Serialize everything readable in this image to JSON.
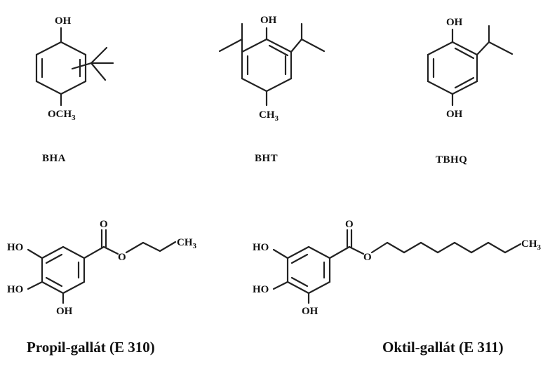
{
  "compounds": {
    "bha": {
      "name": "BHA",
      "oh": "OH",
      "och": "OCH",
      "och_sub": "3"
    },
    "bht": {
      "name": "BHT",
      "oh": "OH",
      "ch": "CH",
      "ch_sub": "3"
    },
    "tbhq": {
      "name": "TBHQ",
      "oh_top": "OH",
      "oh_bottom": "OH"
    },
    "propyl_gallate": {
      "name": "Propil-gallát (E 310)",
      "ho_1": "HO",
      "ho_2": "HO",
      "oh": "OH",
      "o_carbonyl": "O",
      "o_ester": "O",
      "ch": "CH",
      "ch_sub": "3"
    },
    "octyl_gallate": {
      "name": "Oktil-gallát (E 311)",
      "ho_1": "HO",
      "ho_2": "HO",
      "oh": "OH",
      "o_carbonyl": "O",
      "o_ester": "O",
      "ch": "CH",
      "ch_sub": "3"
    }
  }
}
